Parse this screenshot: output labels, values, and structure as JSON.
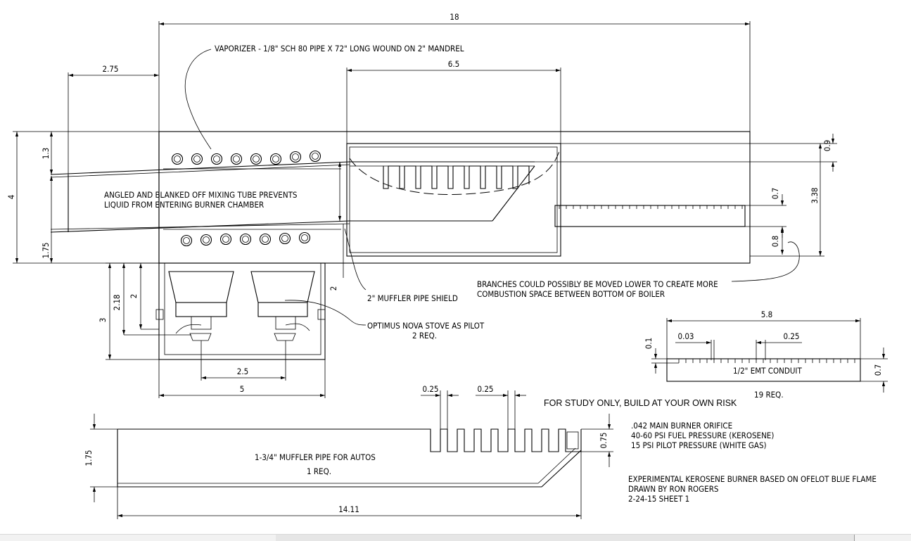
{
  "dimensions": {
    "overall_length": "18",
    "inlet_offset": "2.75",
    "burner_length": "6.5",
    "height": "4",
    "top_to_tube": "1.3",
    "tube_to_bottom": "1.75",
    "boiler_top_gap": "0.9",
    "boiler_height": "3.38",
    "conduit_height": "0.7",
    "conduit_bottom_gap": "0.8",
    "pilot_height_a": "2.18",
    "pilot_height_b": "2",
    "pilot_height_c": "3",
    "shield_height": "2",
    "pilot_spacing": "2.5",
    "pilot_box_width": "5",
    "conduit_length": "5.8",
    "slot_width": "0.03",
    "slot_pitch": "0.25",
    "conduit_slot_depth": "0.1",
    "conduit_dia": "0.7",
    "muffler_slot_a": "0.25",
    "muffler_slot_b": "0.25",
    "muffler_height": "1.75",
    "muffler_slot_depth": "0.75",
    "muffler_length": "14.11"
  },
  "labels": {
    "vaporizer": "VAPORIZER - 1/8\" SCH 80 PIPE X 72\" LONG WOUND ON 2\" MANDREL",
    "mixing_tube_line1": "ANGLED AND BLANKED OFF MIXING TUBE PREVENTS",
    "mixing_tube_line2": "LIQUID FROM ENTERING BURNER CHAMBER",
    "branches_line1": "BRANCHES COULD POSSIBLY BE MOVED LOWER TO CREATE MORE",
    "branches_line2": "COMBUSTION SPACE BETWEEN BOTTOM OF BOILER",
    "muffler_shield": "2\" MUFFLER PIPE SHIELD",
    "pilot_line1": "OPTIMUS NOVA STOVE AS PILOT",
    "pilot_line2": "2 REQ.",
    "conduit": "1/2\" EMT CONDUIT",
    "conduit_qty": "19 REQ.",
    "study_warning": "FOR STUDY ONLY, BUILD AT YOUR OWN RISK",
    "muffler_title": "1-3/4\" MUFFLER PIPE FOR AUTOS",
    "muffler_qty": "1 REQ.",
    "notes": [
      ".042 MAIN BURNER ORIFICE",
      "40-60 PSI FUEL PRESSURE (KEROSENE)",
      "15 PSI PILOT PRESSURE (WHITE GAS)"
    ],
    "title_block": [
      "EXPERIMENTAL KEROSENE BURNER BASED ON OFELOT BLUE FLAME",
      "DRAWN BY RON ROGERS",
      "2-24-15  SHEET 1"
    ]
  }
}
